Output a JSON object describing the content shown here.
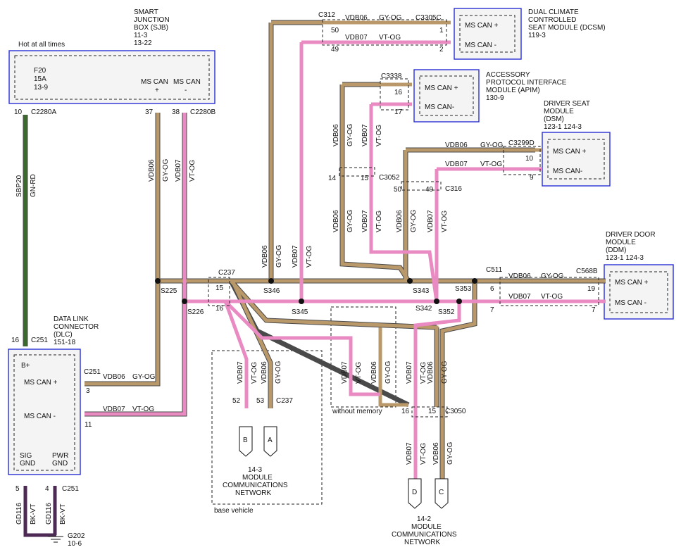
{
  "modules": {
    "sjb": {
      "title": [
        "SMART",
        "JUNCTION",
        "BOX (SJB)",
        "11-3",
        "13-22"
      ],
      "hot": "Hot at all times",
      "fuse": [
        "F20",
        "15A",
        "13-9"
      ],
      "can_plus": [
        "MS CAN",
        "+"
      ],
      "can_minus": [
        "MS CAN",
        "-"
      ]
    },
    "dcsm": {
      "title": [
        "DUAL CLIMATE",
        "CONTROLLED",
        "SEAT MODULE (DCSM)",
        "119-3"
      ],
      "can_plus": "MS CAN +",
      "can_minus": "MS CAN -"
    },
    "apim": {
      "title": [
        "ACCESSORY",
        "PROTOCOL INTERFACE",
        "MODULE (APIM)",
        "130-9"
      ],
      "can_plus": "MS CAN +",
      "can_minus": "MS CAN-"
    },
    "dsm": {
      "title": [
        "DRIVER SEAT",
        "MODULE",
        "(DSM)",
        "123-1     124-3"
      ],
      "can_plus": "MS CAN +",
      "can_minus": "MS CAN-"
    },
    "ddm": {
      "title": [
        "DRIVER DOOR",
        "MODULE",
        "(DDM)",
        "123-1     124-3"
      ],
      "can_plus": "MS CAN +",
      "can_minus": "MS CAN -"
    },
    "dlc": {
      "title": [
        "DATA LINK",
        "CONNECTOR",
        "(DLC)",
        "151-18"
      ],
      "bplus": "B+",
      "can_plus": "MS CAN +",
      "can_minus": "MS CAN -",
      "sig_gnd": [
        "SIG",
        "GND"
      ],
      "pwr_gnd": [
        "PWR",
        "GND"
      ]
    }
  },
  "connectors": {
    "c2280a": "C2280A",
    "c2280b": "C2280B",
    "c312": "C312",
    "c3305c": "C3305C",
    "c3338": "C3338",
    "c3299d": "C3299D",
    "c3052": "C3052",
    "c316": "C316",
    "c237": "C237",
    "c237b": "C237",
    "c511": "C511",
    "c568b": "C568B",
    "c251a": "C251",
    "c251b": "C251",
    "c251c": "C251",
    "c3050": "C3050"
  },
  "pins": {
    "p10": "10",
    "p37": "37",
    "p38": "38",
    "p50": "50",
    "p49": "49",
    "p1": "1",
    "p2": "2",
    "p16a": "16",
    "p17": "17",
    "p14": "14",
    "p15a": "15",
    "p50b": "50",
    "p49b": "49",
    "p10b": "10",
    "p9": "9",
    "p15b": "15",
    "p16b": "16",
    "p6": "6",
    "p7": "7",
    "p19": "19",
    "p7b": "7",
    "p16c": "16",
    "p3": "3",
    "p11": "11",
    "p52": "52",
    "p53": "53",
    "p16d": "16",
    "p15c": "15",
    "p5": "5",
    "p4": "4"
  },
  "splices": {
    "s225": "S225",
    "s226": "S226",
    "s346": "S346",
    "s345": "S345",
    "s343": "S343",
    "s342": "S342",
    "s353": "S353",
    "s352": "S352"
  },
  "circuits": {
    "sbp20": "SBP20",
    "gnrd": "GN-RD",
    "vdb06": "VDB06",
    "vdb07": "VDB07",
    "gyog": "GY-OG",
    "vtog": "VT-OG",
    "gd116": "GD116",
    "bkvt": "BK-VT"
  },
  "labels": {
    "ground": [
      "G202",
      "10-6"
    ],
    "net143": [
      "14-3",
      "MODULE",
      "COMMUNICATIONS",
      "NETWORK"
    ],
    "net142": [
      "14-2",
      "MODULE",
      "COMMUNICATIONS",
      "NETWORK"
    ],
    "base_vehicle": "base vehicle",
    "without_memory": "without memory",
    "conn_a": "A",
    "conn_b": "B",
    "conn_c": "C",
    "conn_d": "D"
  }
}
